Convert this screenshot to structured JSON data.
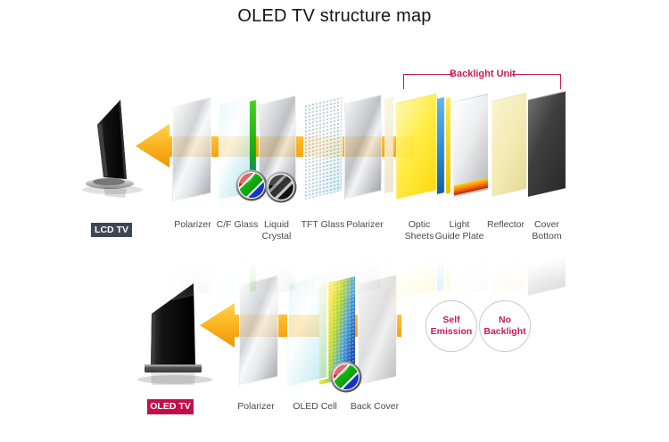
{
  "title": "OLED TV structure map",
  "colors": {
    "accent_magenta": "#c51c54",
    "lcd_badge_bg": "#3d4653",
    "oled_badge_bg": "#c50d4c",
    "arrow_light": "#ffd44f",
    "arrow_dark": "#ef9405",
    "label_gray": "#4a4a4a"
  },
  "top_row": {
    "tv_badge": "LCD TV",
    "bracket_label": "Backlight Unit",
    "layers": [
      {
        "label": "Polarizer"
      },
      {
        "label": "C/F Glass"
      },
      {
        "label": "Liquid\nCrystal"
      },
      {
        "label": "TFT Glass"
      },
      {
        "label": "Polarizer"
      },
      {
        "label": "Optic\nSheets"
      },
      {
        "label": "Light\nGuide Plate"
      },
      {
        "label": "Reflector"
      },
      {
        "label": "Cover\nBottom"
      }
    ]
  },
  "bottom_row": {
    "tv_badge": "OLED TV",
    "layers": [
      {
        "label": "Polarizer"
      },
      {
        "label": "OLED Cell"
      },
      {
        "label": "Back Cover"
      }
    ],
    "callouts": [
      {
        "text": "Self\nEmission"
      },
      {
        "text": "No\nBacklight"
      }
    ]
  }
}
